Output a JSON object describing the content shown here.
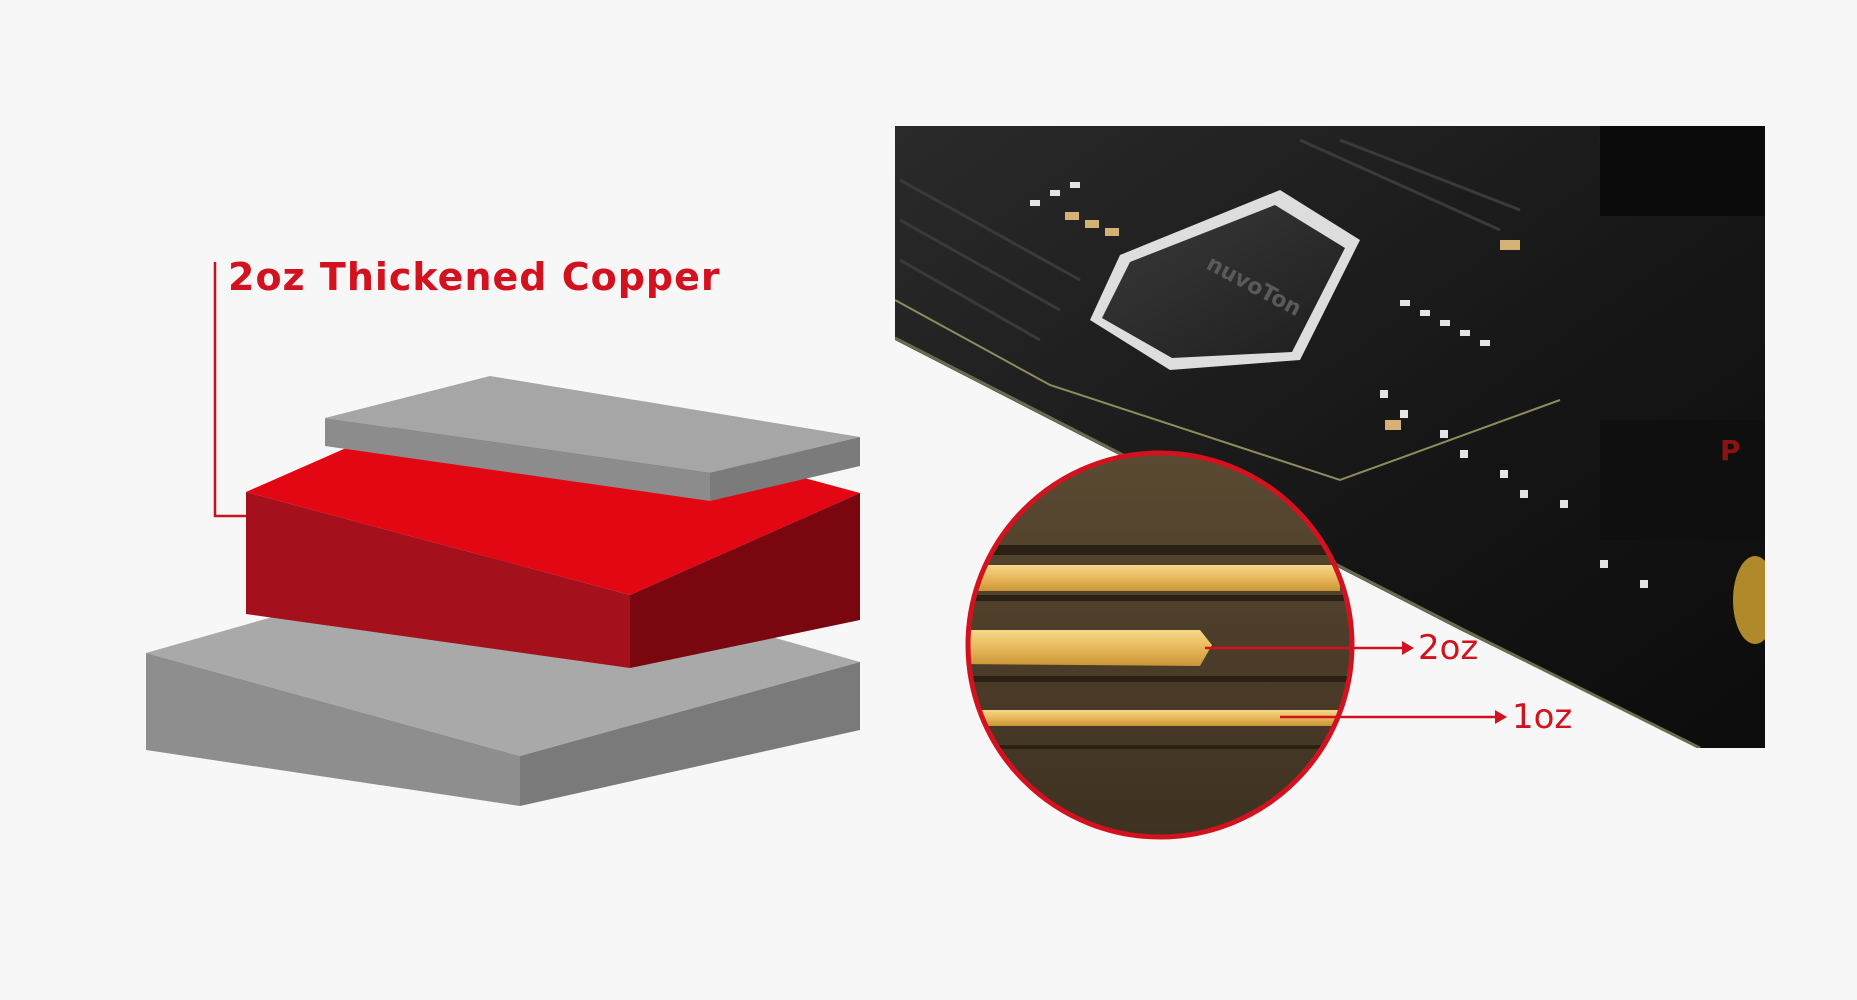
{
  "callout": {
    "title": "2oz Thickened Copper",
    "color": "#d3121f"
  },
  "cross_section": {
    "label_2oz": "2oz",
    "label_1oz": "1oz"
  },
  "board_chip": {
    "marking": "nuvoTon"
  },
  "colors": {
    "copper_red": "#e30613",
    "layer_gray": "#9a9a9a",
    "board_black": "#1a1a1a",
    "trace_gold": "#e8b85a"
  }
}
